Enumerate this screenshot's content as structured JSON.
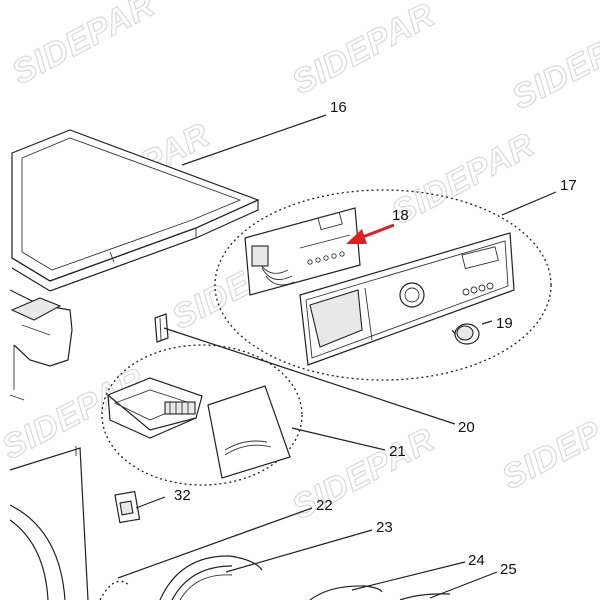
{
  "watermark": {
    "text": "SIDEPAR"
  },
  "highlight_color": "#e02020",
  "parts": [
    {
      "id": "16",
      "label": "16"
    },
    {
      "id": "17",
      "label": "17"
    },
    {
      "id": "18",
      "label": "18"
    },
    {
      "id": "19",
      "label": "19"
    },
    {
      "id": "20",
      "label": "20"
    },
    {
      "id": "21",
      "label": "21"
    },
    {
      "id": "22",
      "label": "22"
    },
    {
      "id": "23",
      "label": "23"
    },
    {
      "id": "24",
      "label": "24"
    },
    {
      "id": "25",
      "label": "25"
    },
    {
      "id": "32",
      "label": "32"
    }
  ]
}
